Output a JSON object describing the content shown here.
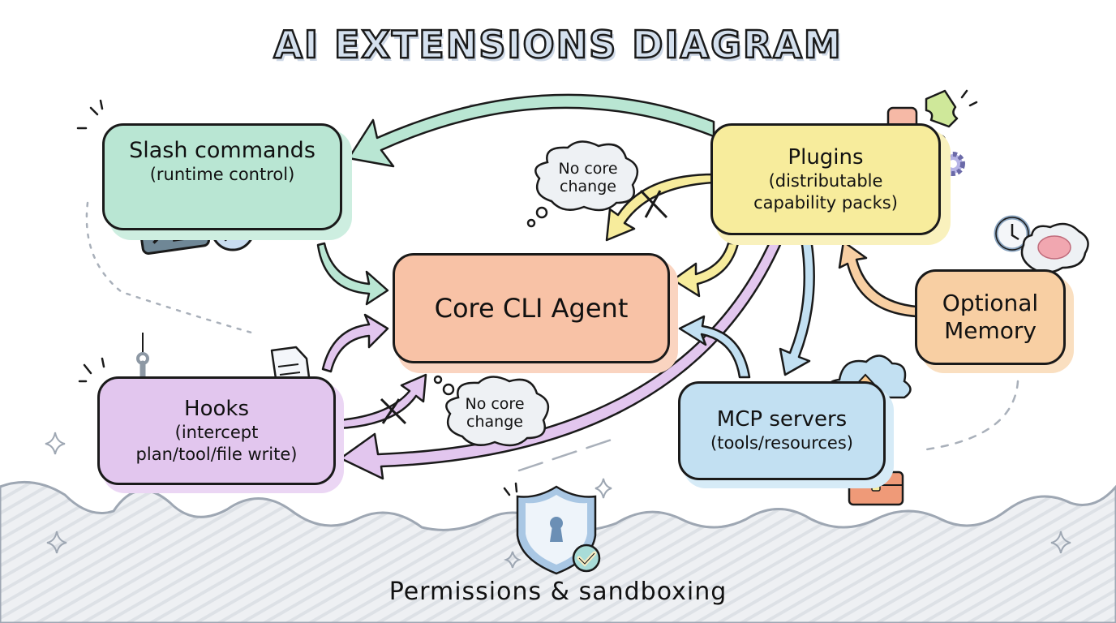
{
  "title": "AI EXTENSIONS DIAGRAM",
  "colors": {
    "slash": "#b9e6d3",
    "plugins": "#f7ec9c",
    "core": "#f8c2a6",
    "memory": "#f8cfa3",
    "hooks": "#e2c6ee",
    "mcp": "#c2e0f2",
    "outline": "#1a1a1a",
    "sketch_gray": "#9ea7b3"
  },
  "nodes": {
    "slash": {
      "title": "Slash commands",
      "subtitle": "(runtime control)",
      "icons": [
        "terminal-icon",
        "play-icon"
      ]
    },
    "plugins": {
      "title": "Plugins",
      "subtitle_line1": "(distributable",
      "subtitle_line2": "capability packs)",
      "icons": [
        "puzzle-icon",
        "gear-icon"
      ]
    },
    "core": {
      "title": "Core CLI Agent"
    },
    "memory": {
      "title_line1": "Optional",
      "title_line2": "Memory",
      "icons": [
        "clock-icon",
        "brain-icon"
      ]
    },
    "hooks": {
      "title": "Hooks",
      "subtitle_line1": "(intercept",
      "subtitle_line2": "plan/tool/file write)",
      "icons": [
        "hook-icon",
        "document-icon"
      ]
    },
    "mcp": {
      "title": "MCP servers",
      "subtitle": "(tools/resources)",
      "icons": [
        "cloud-upload-icon",
        "toolbox-icon"
      ]
    }
  },
  "bubbles": {
    "top": {
      "line1": "No core",
      "line2": "change"
    },
    "bottom": {
      "line1": "No core",
      "line2": "change"
    }
  },
  "edges": [
    {
      "from": "plugins",
      "to": "slash",
      "color": "slash"
    },
    {
      "from": "plugins",
      "to": "core",
      "color": "plugins",
      "crossed": true
    },
    {
      "from": "plugins",
      "to": "core",
      "color": "plugins"
    },
    {
      "from": "plugins",
      "to": "hooks",
      "color": "hooks"
    },
    {
      "from": "plugins",
      "to": "mcp",
      "color": "mcp"
    },
    {
      "from": "slash",
      "to": "core",
      "color": "slash"
    },
    {
      "from": "hooks",
      "to": "core",
      "color": "hooks"
    },
    {
      "from": "hooks",
      "to": "core",
      "color": "hooks",
      "crossed": true
    },
    {
      "from": "mcp",
      "to": "core",
      "color": "mcp"
    },
    {
      "from": "memory",
      "to": "plugins",
      "color": "memory"
    }
  ],
  "footer": {
    "label": "Permissions & sandboxing",
    "icon": "shield-lock-icon"
  }
}
